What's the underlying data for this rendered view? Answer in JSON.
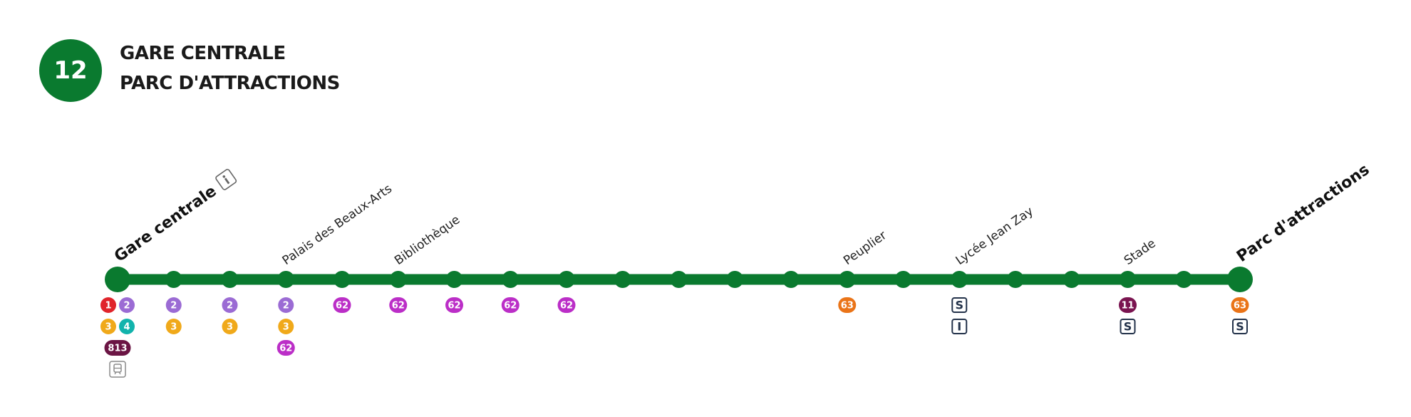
{
  "line": {
    "number": "12",
    "color": "#0a7a2f"
  },
  "destinations": [
    "GARE CENTRALE",
    "PARC D'ATTRACTIONS"
  ],
  "stops": [
    {
      "name": "Gare centrale",
      "terminus": true,
      "info_icon": true,
      "connections": [
        {
          "type": "pill",
          "label": "1",
          "color": "#e0242b"
        },
        {
          "type": "pill",
          "label": "2",
          "color": "#9b6bd4"
        },
        {
          "type": "pill",
          "label": "3",
          "color": "#f0a91a"
        },
        {
          "type": "pill",
          "label": "4",
          "color": "#12b3ac"
        },
        {
          "type": "pill",
          "label": "813",
          "color": "#6b1544"
        },
        {
          "type": "icon",
          "name": "train-icon"
        }
      ]
    },
    {
      "name": "",
      "connections": [
        {
          "type": "pill",
          "label": "2",
          "color": "#9b6bd4"
        },
        {
          "type": "pill",
          "label": "3",
          "color": "#f0a91a"
        }
      ]
    },
    {
      "name": "",
      "connections": [
        {
          "type": "pill",
          "label": "2",
          "color": "#9b6bd4"
        },
        {
          "type": "pill",
          "label": "3",
          "color": "#f0a91a"
        }
      ]
    },
    {
      "name": "Palais des Beaux-Arts",
      "connections": [
        {
          "type": "pill",
          "label": "2",
          "color": "#9b6bd4"
        },
        {
          "type": "pill",
          "label": "3",
          "color": "#f0a91a"
        },
        {
          "type": "pill",
          "label": "62",
          "color": "#bb2ec7"
        }
      ]
    },
    {
      "name": "",
      "connections": [
        {
          "type": "pill",
          "label": "62",
          "color": "#bb2ec7"
        }
      ]
    },
    {
      "name": "Bibliothèque",
      "connections": [
        {
          "type": "pill",
          "label": "62",
          "color": "#bb2ec7"
        }
      ]
    },
    {
      "name": "",
      "connections": [
        {
          "type": "pill",
          "label": "62",
          "color": "#bb2ec7"
        }
      ]
    },
    {
      "name": "",
      "connections": [
        {
          "type": "pill",
          "label": "62",
          "color": "#bb2ec7"
        }
      ]
    },
    {
      "name": "",
      "connections": [
        {
          "type": "pill",
          "label": "62",
          "color": "#bb2ec7"
        }
      ]
    },
    {
      "name": "",
      "connections": []
    },
    {
      "name": "",
      "connections": []
    },
    {
      "name": "",
      "connections": []
    },
    {
      "name": "",
      "connections": []
    },
    {
      "name": "Peuplier",
      "connections": [
        {
          "type": "pill",
          "label": "63",
          "color": "#ea7418"
        }
      ]
    },
    {
      "name": "",
      "connections": []
    },
    {
      "name": "Lycée Jean Zay",
      "connections": [
        {
          "type": "square",
          "label": "S"
        },
        {
          "type": "square",
          "label": "I"
        }
      ]
    },
    {
      "name": "",
      "connections": []
    },
    {
      "name": "",
      "connections": []
    },
    {
      "name": "Stade",
      "connections": [
        {
          "type": "pill",
          "label": "11",
          "color": "#7a1450"
        },
        {
          "type": "square",
          "label": "S"
        }
      ]
    },
    {
      "name": "",
      "connections": []
    },
    {
      "name": "Parc d'attractions",
      "terminus": true,
      "connections": [
        {
          "type": "pill",
          "label": "63",
          "color": "#ea7418"
        },
        {
          "type": "square",
          "label": "S"
        }
      ]
    }
  ]
}
